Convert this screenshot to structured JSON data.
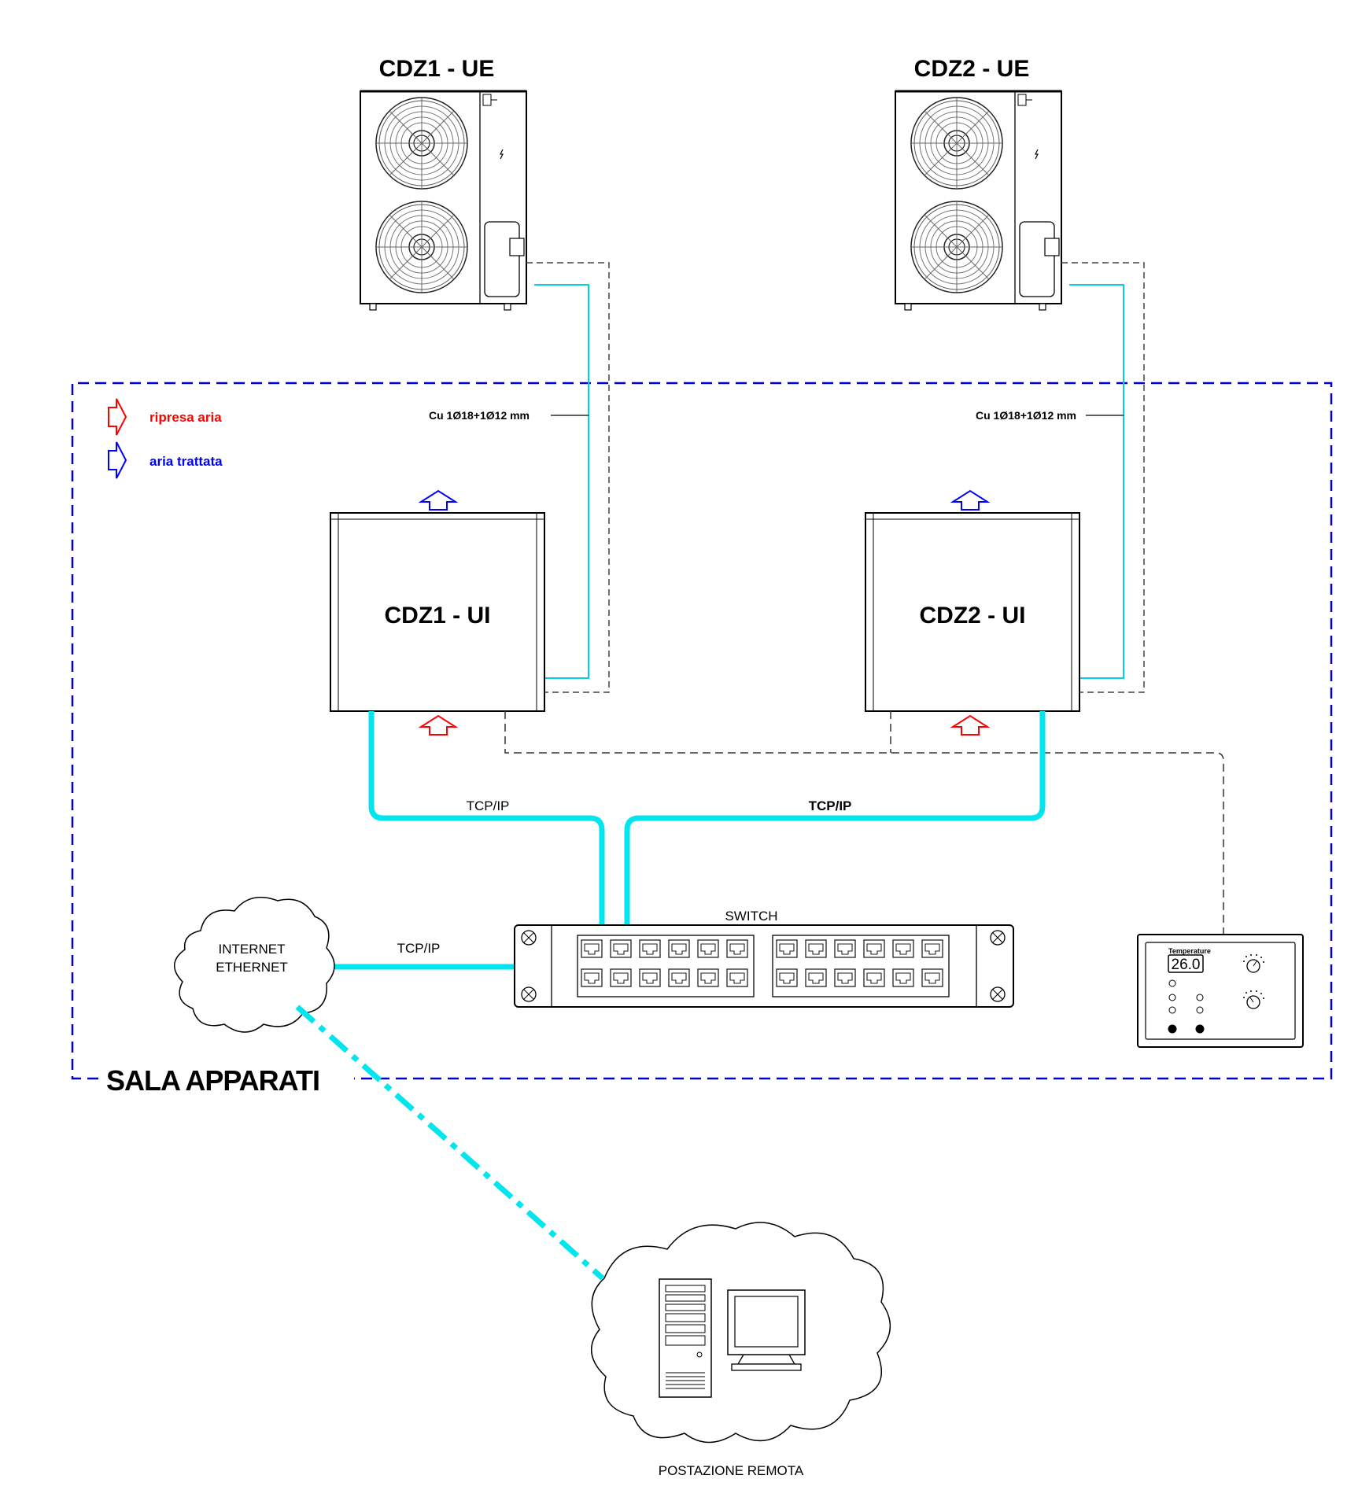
{
  "units": {
    "ue1": "CDZ1  - UE",
    "ue2": "CDZ2  - UE",
    "ui1": "CDZ1  - UI",
    "ui2": "CDZ2  - UI"
  },
  "pipes": {
    "label1": "Cu 1Ø18+1Ø12 mm",
    "label2": "Cu 1Ø18+1Ø12 mm"
  },
  "legend": {
    "return_air": "ripresa aria",
    "treated_air": "aria trattata",
    "return_air_color": "#ff0000",
    "treated_air_color": "#0000ff"
  },
  "network": {
    "tcpip_1": "TCP/IP",
    "tcpip_2": "TCP/IP",
    "tcpip_3": "TCP/IP",
    "switch": "SWITCH",
    "internet_line1": "INTERNET",
    "internet_line2": "ETHERNET",
    "cable_color": "#00e5ee"
  },
  "room": {
    "name": "SALA APPARATI",
    "border_color": "#0000cc"
  },
  "thermostat": {
    "label": "Temperature",
    "value": "26.0"
  },
  "remote": {
    "label": "POSTAZIONE REMOTA"
  }
}
